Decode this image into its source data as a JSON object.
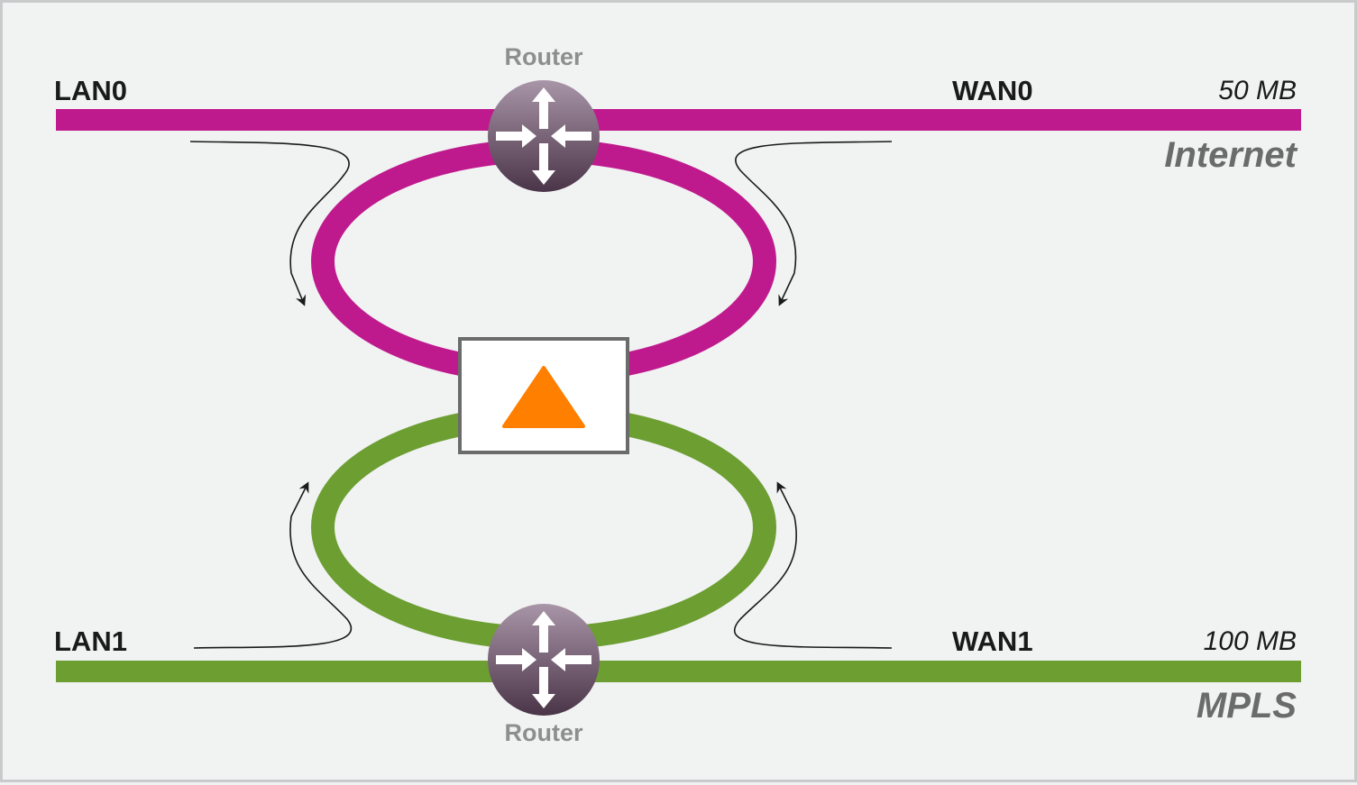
{
  "colors": {
    "internet": "#bf1a8d",
    "mpls": "#6c9e32",
    "router_top": "#a995a8",
    "router_bottom": "#4a3448",
    "device_triangle": "#ff7f00",
    "device_border": "#6b6b6b",
    "background": "#f1f2f2"
  },
  "icons": {
    "router": "router-arrows-icon",
    "device": "warning-triangle-icon"
  },
  "internet": {
    "lan_label": "LAN0",
    "wan_label": "WAN0",
    "speed": "50 MB",
    "network_name": "Internet",
    "router_label": "Router"
  },
  "mpls": {
    "lan_label": "LAN1",
    "wan_label": "WAN1",
    "speed": "100 MB",
    "network_name": "MPLS",
    "router_label": "Router"
  }
}
